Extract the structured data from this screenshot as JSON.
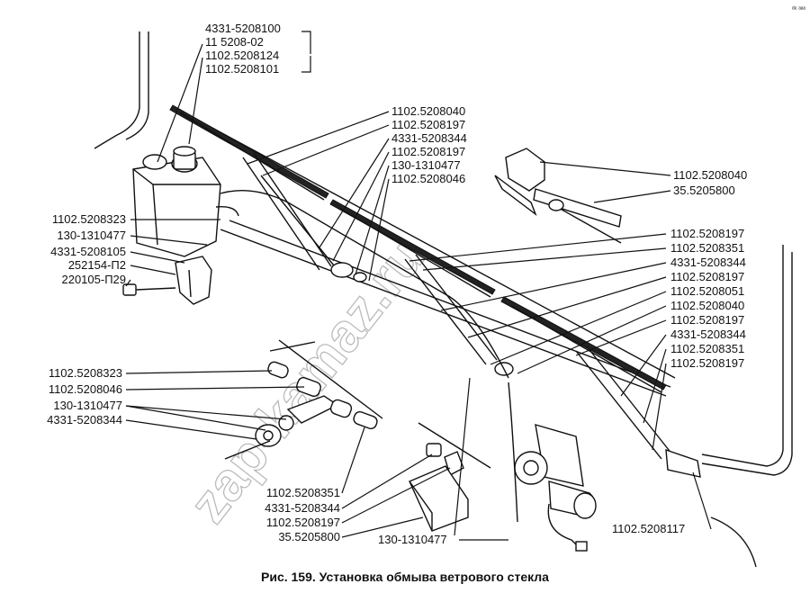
{
  "caption": "Рис. 159. Установка обмыва ветрового стекла",
  "watermark": "zap-kamaz.ru",
  "corner_mark": "ᵈᵉ ᵃᵃᵃ",
  "labels": {
    "reservoir": [
      "4331-5208100",
      "11 5208-02",
      "1102.5208124",
      "1102.5208101"
    ],
    "left_side": [
      "1102.5208323",
      "130-1310477",
      "4331-5208105",
      "252154-П2",
      "220105-П29"
    ],
    "left_wiper": [
      "1102.5208040",
      "1102.5208197",
      "4331-5208344",
      "1102.5208197",
      "130-1310477",
      "1102.5208046"
    ],
    "motor_upper": [
      "1102.5208040",
      "35.5205800"
    ],
    "right_column": [
      "1102.5208197",
      "1102.5208351",
      "4331-5208344",
      "1102.5208197",
      "1102.5208051",
      "1102.5208040",
      "1102.5208197",
      "4331-5208344",
      "1102.5208351",
      "1102.5208197"
    ],
    "detail_left": [
      "1102.5208323",
      "1102.5208046",
      "130-1310477",
      "4331-5208344"
    ],
    "detail_bottom": [
      "1102.5208351",
      "4331-5208344",
      "1102.5208197",
      "35.5205800"
    ],
    "bottom_center": "130-1310477",
    "bottom_right": "1102.5208117"
  }
}
